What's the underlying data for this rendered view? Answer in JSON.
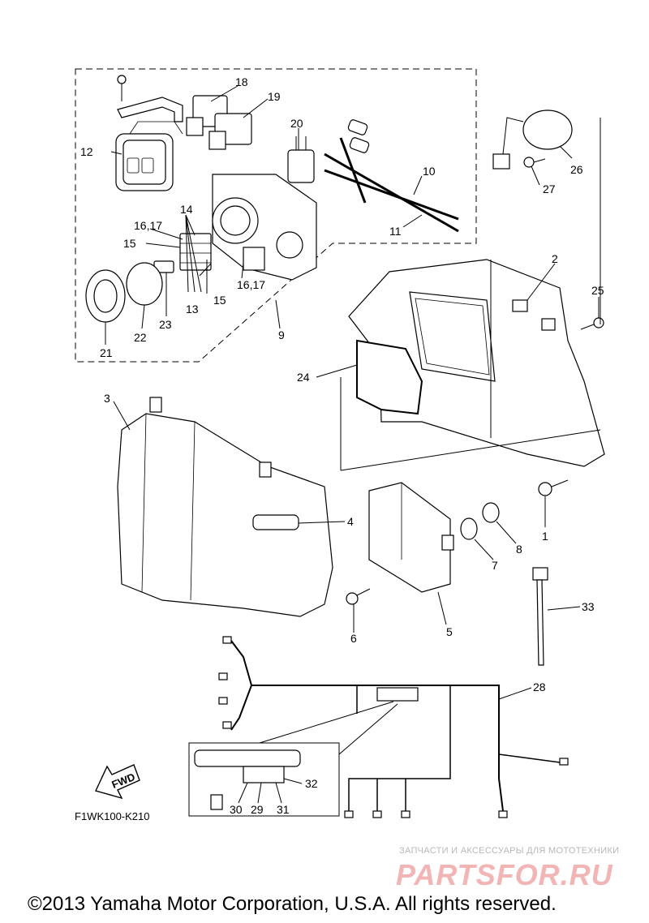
{
  "diagram_code": "F1WK100-K210",
  "fwd_label": "FWD",
  "copyright": "©2013 Yamaha Motor Corporation, U.S.A. All rights reserved.",
  "watermark": {
    "tagline": "ЗАПЧАСТИ И АКСЕССУАРЫ ДЛЯ МОТОТЕХНИКИ",
    "logo": "PARTSFOR.RU"
  },
  "callouts": [
    {
      "id": "c1",
      "label": "1"
    },
    {
      "id": "c2",
      "label": "2"
    },
    {
      "id": "c3",
      "label": "3"
    },
    {
      "id": "c4",
      "label": "4"
    },
    {
      "id": "c5",
      "label": "5"
    },
    {
      "id": "c6",
      "label": "6"
    },
    {
      "id": "c7",
      "label": "7"
    },
    {
      "id": "c8",
      "label": "8"
    },
    {
      "id": "c9",
      "label": "9"
    },
    {
      "id": "c10",
      "label": "10"
    },
    {
      "id": "c11",
      "label": "11"
    },
    {
      "id": "c12",
      "label": "12"
    },
    {
      "id": "c13",
      "label": "13"
    },
    {
      "id": "c14",
      "label": "14"
    },
    {
      "id": "c15a",
      "label": "15"
    },
    {
      "id": "c15b",
      "label": "15"
    },
    {
      "id": "c1617a",
      "label": "16,17"
    },
    {
      "id": "c1617b",
      "label": "16,17"
    },
    {
      "id": "c18",
      "label": "18"
    },
    {
      "id": "c19",
      "label": "19"
    },
    {
      "id": "c20",
      "label": "20"
    },
    {
      "id": "c21",
      "label": "21"
    },
    {
      "id": "c22",
      "label": "22"
    },
    {
      "id": "c23",
      "label": "23"
    },
    {
      "id": "c24",
      "label": "24"
    },
    {
      "id": "c25",
      "label": "25"
    },
    {
      "id": "c26",
      "label": "26"
    },
    {
      "id": "c27",
      "label": "27"
    },
    {
      "id": "c28",
      "label": "28"
    },
    {
      "id": "c29",
      "label": "29"
    },
    {
      "id": "c30",
      "label": "30"
    },
    {
      "id": "c31",
      "label": "31"
    },
    {
      "id": "c32",
      "label": "32"
    },
    {
      "id": "c33",
      "label": "33"
    }
  ]
}
